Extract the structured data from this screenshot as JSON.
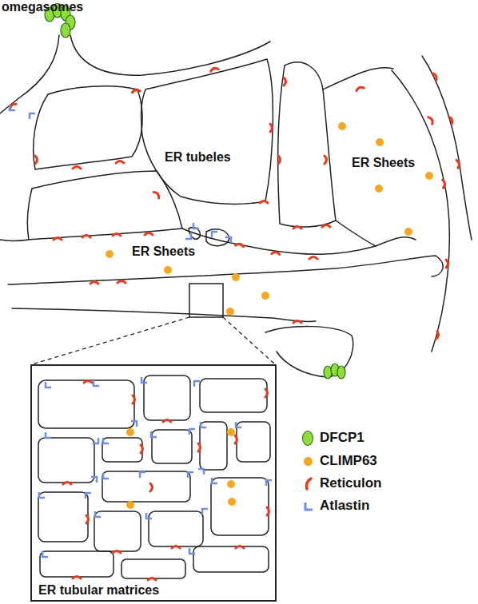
{
  "diagram": {
    "nodes": [
      {
        "text": [
          "ER tubular matrices"
        ]
      }
    ],
    "labels": [
      "omegasomes",
      "ER tubeles",
      "ER Sheets",
      "ER Sheets"
    ],
    "legend": [
      {
        "text": "DFCP1",
        "color": "#8fdc3c"
      },
      {
        "text": "CLIMP63",
        "color": "#f5a623"
      },
      {
        "text": "Reticulon"
      },
      {
        "text": "Atlastin"
      }
    ]
  }
}
